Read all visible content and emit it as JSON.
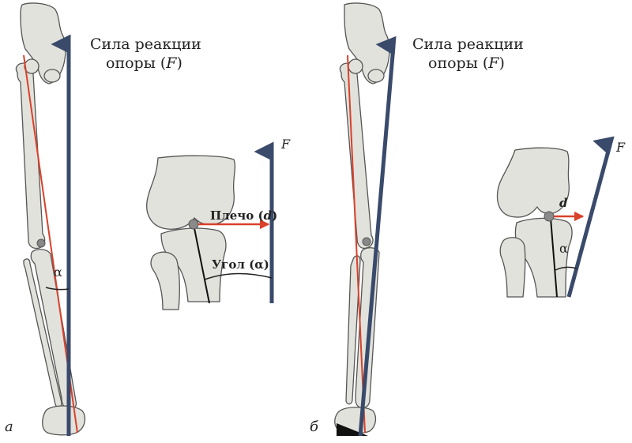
{
  "panels": [
    {
      "letter": "а",
      "title_line1": "Сила реакции",
      "title_line2_prefix": "опоры (",
      "title_line2_var": "F",
      "title_line2_suffix": ")",
      "angle_label": "α",
      "inset": {
        "force_label": "F",
        "arm_label_prefix": "Плечо (",
        "arm_label_var": "d",
        "arm_label_suffix": ")",
        "angle_label": "Угол (α)"
      }
    },
    {
      "letter": "б",
      "title_line1": "Сила реакции",
      "title_line2_prefix": "опоры (",
      "title_line2_var": "F",
      "title_line2_suffix": ")",
      "inset": {
        "force_label": "F",
        "arm_label": "d",
        "angle_label": "α"
      }
    }
  ],
  "colors": {
    "force_arrow": "#3a4a6b",
    "mechanical_axis": "#d9412b",
    "lever_arm": "#d9412b",
    "bone_fill": "#e2e2dc",
    "bone_outline": "#555555"
  }
}
